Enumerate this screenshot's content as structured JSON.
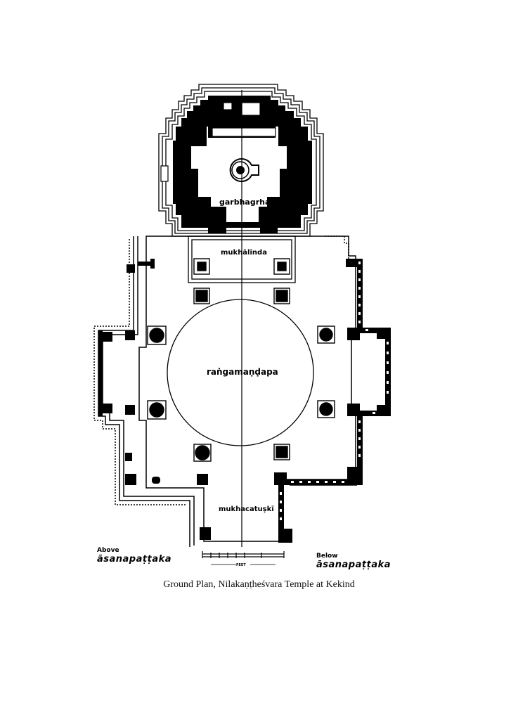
{
  "labels": {
    "garbhagrha": "garbhagrha",
    "mukhalinda": "mukhālinda",
    "rangamandapa": "raṅgamaṇḍapa",
    "mukhacatuski": "mukhacatuṣkī",
    "scale_unit": "FEET"
  },
  "legend": {
    "left_small": "Above",
    "left_big": "āsanapaṭṭaka",
    "right_small": "Below",
    "right_big": "āsanapaṭṭaka"
  },
  "caption": "Ground Plan, Nilakaṇṭheśvara Temple at Kekind"
}
